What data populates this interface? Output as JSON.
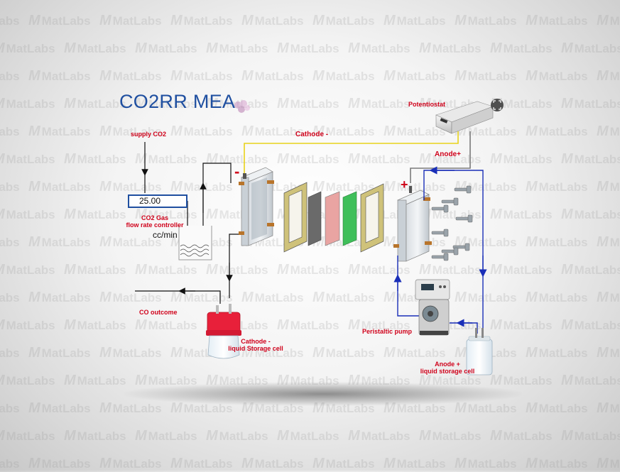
{
  "watermark": {
    "text": "MatLabs",
    "glyph": "M"
  },
  "diagram": {
    "title": "CO2RR MEA",
    "supply_label": "supply CO2",
    "flow_value": "25.00",
    "flow_label_line1": "CO2 Gas",
    "flow_label_line2": "flow rate controller",
    "flow_unit": "cc/min",
    "co_outcome": "CO outcome",
    "cathode_wire_label": "Cathode -",
    "potentiostat_label": "Potentiostat",
    "anode_wire_label": "Anode+",
    "cathode_storage_line1": "Cathode -",
    "cathode_storage_line2": "liquid Storage cell",
    "pump_label": "Peristaltic pump",
    "anode_storage_line1": "Anode +",
    "anode_storage_line2": "liquid storage cell",
    "minus_sign": "-",
    "plus_sign": "+"
  },
  "colors": {
    "title": "#1f4fa0",
    "label_red": "#d0021b",
    "wire_yellow": "#e8d21a",
    "wire_gray": "#7a7a7a",
    "tube_blue": "#1a2fb8",
    "gasket": "#cfc27a",
    "membrane_gray": "#6a6a6a",
    "membrane_pink": "#e9a4a2",
    "membrane_green": "#3fbf5a",
    "bottle_cap": "#e8203a"
  }
}
